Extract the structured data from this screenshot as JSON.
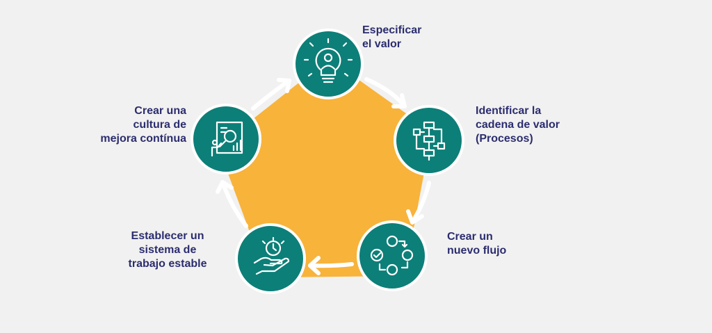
{
  "colors": {
    "background": "#f1f1f1",
    "ring": "#f8b33b",
    "node": "#0c7f78",
    "node_border": "#ffffff",
    "arrow": "#ffffff",
    "text": "#2b2d6e"
  },
  "steps": [
    {
      "label": "Especificar\nel valor",
      "icon": "lightbulb-person-icon"
    },
    {
      "label": "Identificar la\ncadena de valor\n(Procesos)",
      "icon": "flowchart-icon"
    },
    {
      "label": "Crear un\nnuevo flujo",
      "icon": "cycle-flow-icon"
    },
    {
      "label": "Establecer un\nsistema de\ntrabajo estable",
      "icon": "hand-clock-icon"
    },
    {
      "label": "Crear una\ncultura de\nmejora contínua",
      "icon": "analysis-board-icon"
    }
  ]
}
